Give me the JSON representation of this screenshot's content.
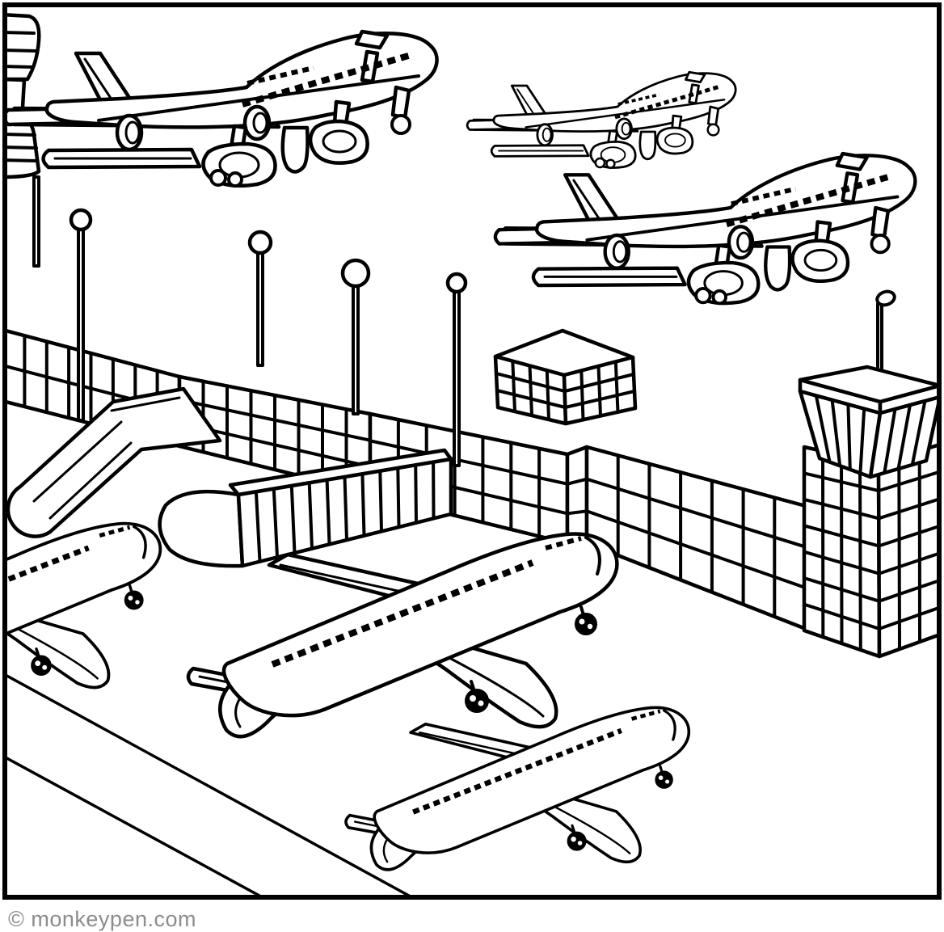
{
  "page": {
    "watermark": "© monkeypen.com"
  },
  "illustration": {
    "title": "Airport coloring page — black and white line art",
    "colors": {
      "line": "#000000",
      "background": "#ffffff",
      "watermark": "#8c8c8c"
    },
    "labels": {
      "scene": "Airport scene with airplanes taking off and taxiing",
      "jumbo_large": "Large jumbo jet flying (top left)",
      "jumbo_small": "Small jumbo jet flying (top center)",
      "jumbo_medium": "Jumbo jet flying (center right)",
      "taxi_left": "Taxiing jet (left edge, partial)",
      "taxi_center": "Taxiing jet (center apron)",
      "taxi_bottom": "Taxiing jet (bottom apron)",
      "control_tower": "Airport control tower with antenna",
      "left_tower": "Partial tower at left edge",
      "cube_building": "Small terminal building",
      "fence": "Perimeter fence",
      "jet_bridge": "Jet bridge ramp",
      "service_wall": "Low striped service wall",
      "lamp": "Apron lamp post",
      "horizon": "Hilly horizon line",
      "tarmac": "Tarmac edge lines",
      "frame": "Illustration border frame"
    }
  }
}
